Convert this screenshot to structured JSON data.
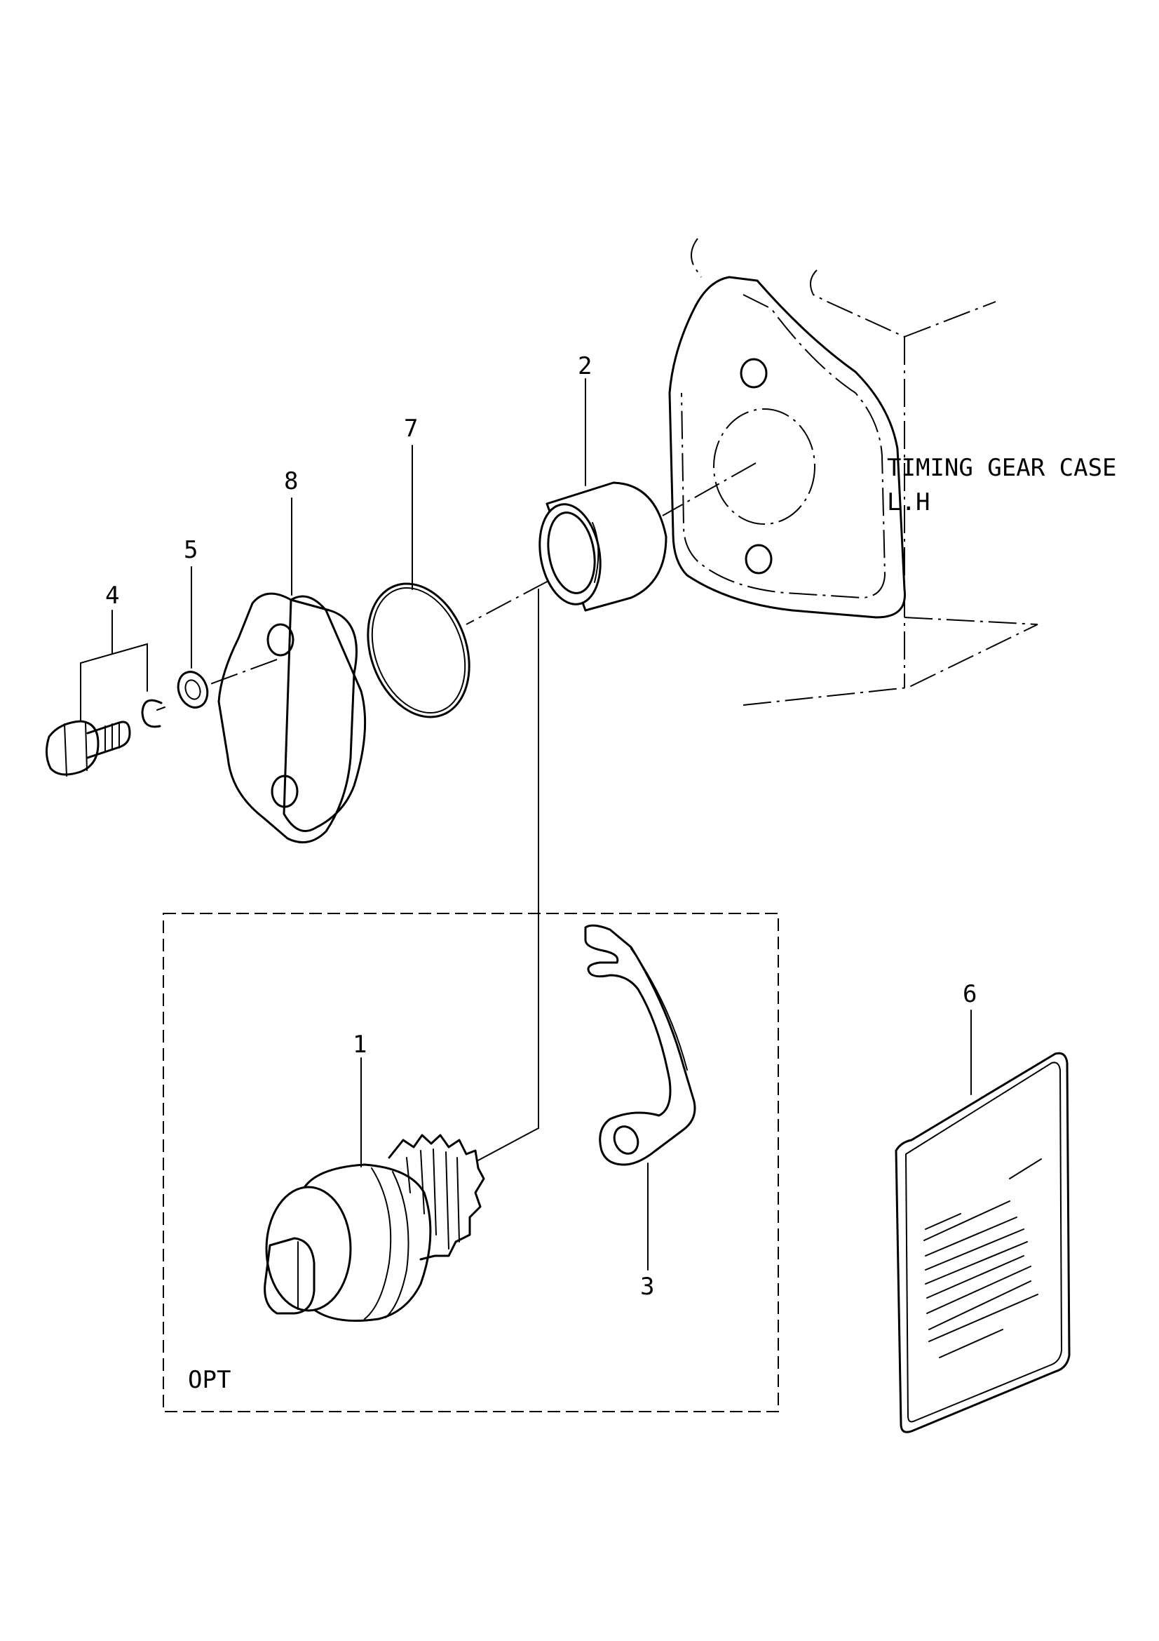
{
  "diagram": {
    "callouts": {
      "part_1": "1",
      "part_2": "2",
      "part_3": "3",
      "part_4": "4",
      "part_5": "5",
      "part_6": "6",
      "part_7": "7",
      "part_8": "8"
    },
    "case_label_line1": "TIMING GEAR CASE",
    "case_label_line2": "L.H",
    "option_box_label": "OPT"
  }
}
